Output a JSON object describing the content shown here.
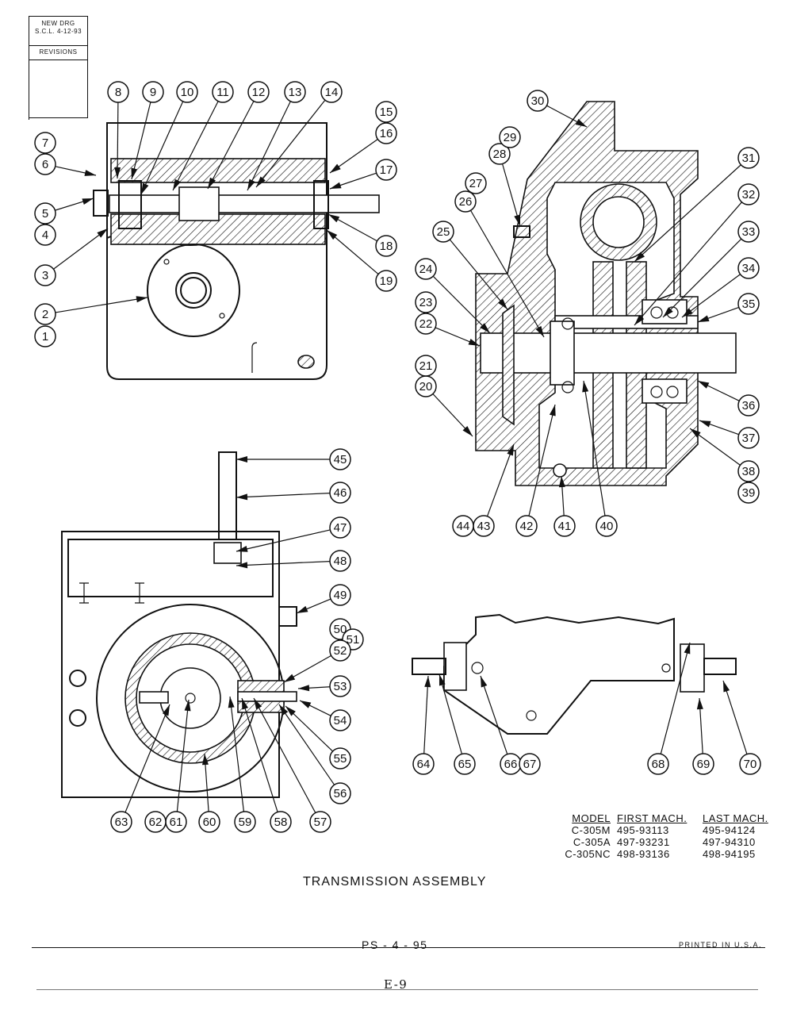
{
  "revision_block": {
    "lines": [
      "NEW DRG",
      "S.C.L. 4-12-93"
    ],
    "label": "REVISIONS"
  },
  "title": "TRANSMISSION ASSEMBLY",
  "model_table": {
    "headers": [
      "MODEL",
      "FIRST MACH.",
      "LAST MACH."
    ],
    "rows": [
      [
        "C-305M",
        "495-93113",
        "495-94124"
      ],
      [
        "C-305A",
        "497-93231",
        "497-94310"
      ],
      [
        "C-305NC",
        "498-93136",
        "498-94195"
      ]
    ]
  },
  "footer": {
    "page_code": "PS - 4 - 95",
    "printed": "PRINTED IN U.S.A.",
    "sheet": "E-9"
  },
  "callouts": [
    "1",
    "2",
    "3",
    "4",
    "5",
    "6",
    "7",
    "8",
    "9",
    "10",
    "11",
    "12",
    "13",
    "14",
    "15",
    "16",
    "17",
    "18",
    "19",
    "20",
    "21",
    "22",
    "23",
    "24",
    "25",
    "26",
    "27",
    "28",
    "29",
    "30",
    "31",
    "32",
    "33",
    "34",
    "35",
    "36",
    "37",
    "38",
    "39",
    "40",
    "41",
    "42",
    "43",
    "44",
    "45",
    "46",
    "47",
    "48",
    "49",
    "50",
    "51",
    "52",
    "53",
    "54",
    "55",
    "56",
    "57",
    "58",
    "59",
    "60",
    "61",
    "62",
    "63",
    "64",
    "65",
    "66",
    "67",
    "68",
    "69",
    "70"
  ]
}
